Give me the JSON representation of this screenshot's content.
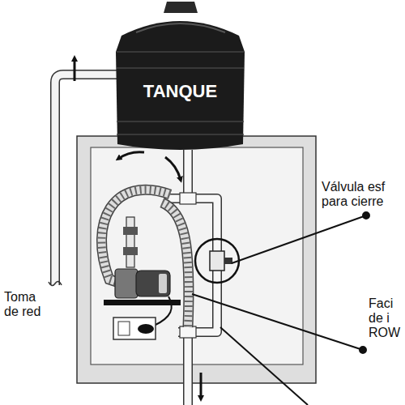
{
  "diagram": {
    "nodes": [
      {
        "text": [
          "TANQUE"
        ]
      }
    ],
    "labels": [
      "Toma de red",
      "Válvula esf para cierre",
      "Faci de i ROW"
    ]
  }
}
